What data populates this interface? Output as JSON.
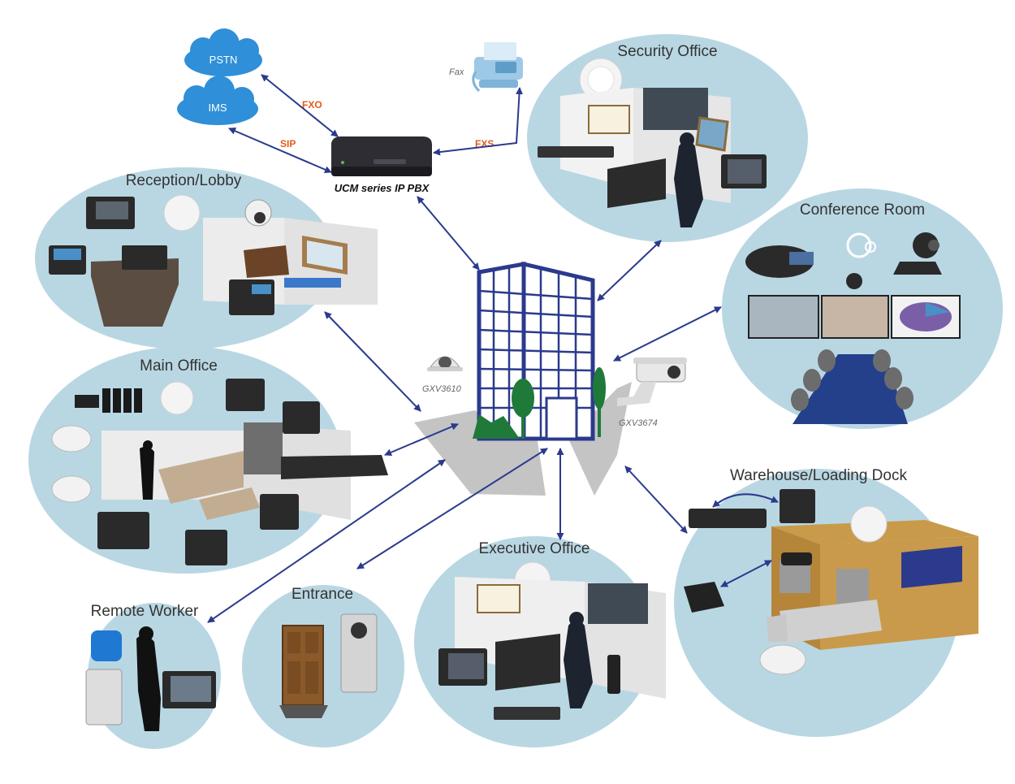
{
  "pbx": {
    "label": "UCM series IP PBX"
  },
  "clouds": [
    {
      "id": "pstn",
      "label": "PSTN"
    },
    {
      "id": "ims",
      "label": "IMS"
    }
  ],
  "links": {
    "fxo": "FXO",
    "sip": "SIP",
    "fxs": "FXS"
  },
  "fax": {
    "label": "Fax"
  },
  "cameras": {
    "dome": "GXV3610",
    "bullet": "GXV3674"
  },
  "zones": {
    "security": "Security Office",
    "reception": "Reception/Lobby",
    "conference": "Conference Room",
    "main": "Main Office",
    "warehouse": "Warehouse/Loading Dock",
    "executive": "Executive Office",
    "entrance": "Entrance",
    "remote": "Remote Worker"
  },
  "colors": {
    "zone_fill": "#b9d7e3",
    "cloud_fill": "#2f8fd8",
    "building_stroke": "#2b3a8c",
    "arrow": "#2b3a8c",
    "link_label": "#e35b1a",
    "ground": "#c4c4c4",
    "tree": "#1f7a3a"
  }
}
